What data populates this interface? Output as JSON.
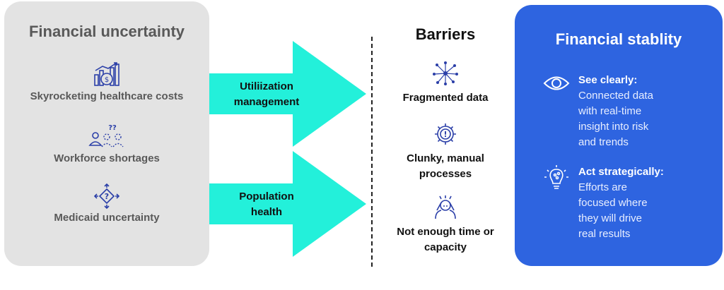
{
  "left_panel": {
    "title": "Financial uncertainty",
    "items": [
      {
        "icon": "rising-costs-icon",
        "label": "Skyrocketing healthcare costs"
      },
      {
        "icon": "workforce-shortage-icon",
        "label": "Workforce shortages"
      },
      {
        "icon": "medicaid-uncertainty-icon",
        "label": "Medicaid uncertainty"
      }
    ]
  },
  "arrows": [
    {
      "line1": "Utiliization",
      "line2": "management"
    },
    {
      "line1": "Population",
      "line2": "health"
    }
  ],
  "barriers": {
    "title": "Barriers",
    "items": [
      {
        "icon": "network-nodes-icon",
        "line1": "Fragmented data",
        "line2": ""
      },
      {
        "icon": "gear-alert-icon",
        "line1": "Clunky, manual",
        "line2": "processes"
      },
      {
        "icon": "stressed-person-icon",
        "line1": "Not enough time or",
        "line2": "capacity"
      }
    ]
  },
  "right_panel": {
    "title": "Financial stablity",
    "benefits": [
      {
        "icon": "eye-icon",
        "title": "See clearly:",
        "lines": [
          "Connected data",
          "with real-time",
          "insight into risk",
          "and trends"
        ]
      },
      {
        "icon": "lightbulb-icon",
        "title": "Act strategically:",
        "lines": [
          "Efforts are",
          "focused where",
          "they will drive",
          "real results"
        ]
      }
    ]
  },
  "colors": {
    "arrow": "#23f0da",
    "left_panel_bg": "#e3e3e3",
    "right_panel_bg": "#2e64e0",
    "icon_blue": "#2b3fa8"
  }
}
